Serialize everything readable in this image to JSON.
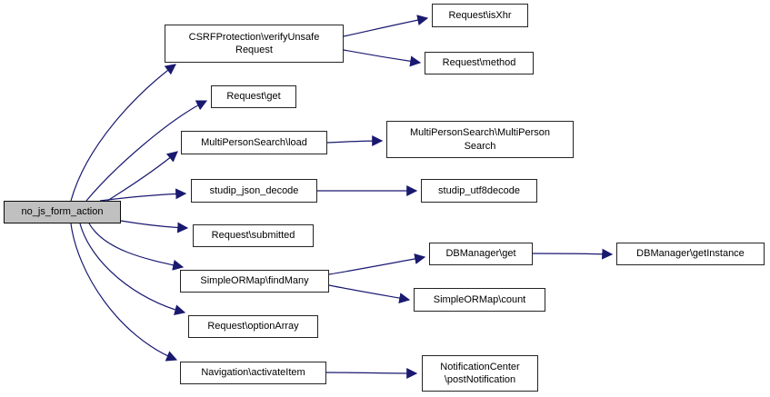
{
  "diagram": {
    "kind": "call-graph",
    "colors": {
      "edge": "#191970",
      "node_border": "#242424",
      "node_fill": "#ffffff",
      "focus_node_fill": "#c0c0c0"
    },
    "nodes": [
      {
        "id": "no_js_form_action",
        "label": "no_js_form_action",
        "focus": true
      },
      {
        "id": "csrf_verify_unsafe_request",
        "label": "CSRFProtection\\verifyUnsafe\nRequest"
      },
      {
        "id": "request_is_xhr",
        "label": "Request\\isXhr"
      },
      {
        "id": "request_method",
        "label": "Request\\method"
      },
      {
        "id": "request_get",
        "label": "Request\\get"
      },
      {
        "id": "multi_person_search_load",
        "label": "MultiPersonSearch\\load"
      },
      {
        "id": "multi_person_search_multi_person_search",
        "label": "MultiPersonSearch\\MultiPerson\nSearch"
      },
      {
        "id": "studip_json_decode",
        "label": "studip_json_decode"
      },
      {
        "id": "studip_utf8decode",
        "label": "studip_utf8decode"
      },
      {
        "id": "request_submitted",
        "label": "Request\\submitted"
      },
      {
        "id": "simple_or_map_find_many",
        "label": "SimpleORMap\\findMany"
      },
      {
        "id": "db_manager_get",
        "label": "DBManager\\get"
      },
      {
        "id": "db_manager_get_instance",
        "label": "DBManager\\getInstance"
      },
      {
        "id": "simple_or_map_count",
        "label": "SimpleORMap\\count"
      },
      {
        "id": "request_option_array",
        "label": "Request\\optionArray"
      },
      {
        "id": "navigation_activate_item",
        "label": "Navigation\\activateItem"
      },
      {
        "id": "notification_center_post_notification",
        "label": "NotificationCenter\n\\postNotification"
      }
    ],
    "edges": [
      {
        "from": "no_js_form_action",
        "to": "csrf_verify_unsafe_request"
      },
      {
        "from": "no_js_form_action",
        "to": "request_get"
      },
      {
        "from": "no_js_form_action",
        "to": "multi_person_search_load"
      },
      {
        "from": "no_js_form_action",
        "to": "studip_json_decode"
      },
      {
        "from": "no_js_form_action",
        "to": "request_submitted"
      },
      {
        "from": "no_js_form_action",
        "to": "simple_or_map_find_many"
      },
      {
        "from": "no_js_form_action",
        "to": "request_option_array"
      },
      {
        "from": "no_js_form_action",
        "to": "navigation_activate_item"
      },
      {
        "from": "csrf_verify_unsafe_request",
        "to": "request_is_xhr"
      },
      {
        "from": "csrf_verify_unsafe_request",
        "to": "request_method"
      },
      {
        "from": "multi_person_search_load",
        "to": "multi_person_search_multi_person_search"
      },
      {
        "from": "studip_json_decode",
        "to": "studip_utf8decode"
      },
      {
        "from": "simple_or_map_find_many",
        "to": "db_manager_get"
      },
      {
        "from": "simple_or_map_find_many",
        "to": "simple_or_map_count"
      },
      {
        "from": "db_manager_get",
        "to": "db_manager_get_instance"
      },
      {
        "from": "navigation_activate_item",
        "to": "notification_center_post_notification"
      }
    ]
  }
}
